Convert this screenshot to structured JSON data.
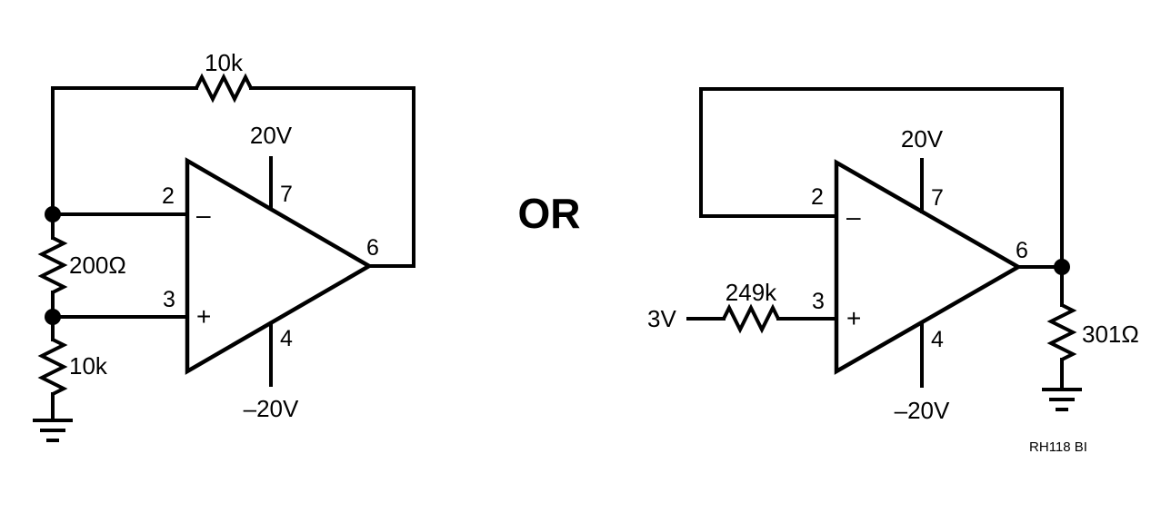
{
  "left_circuit": {
    "feedback_resistor": "10k",
    "gain_resistor": "200Ω",
    "bottom_resistor": "10k",
    "supply_positive": "20V",
    "supply_negative": "–20V",
    "pins": {
      "inverting": "2",
      "noninverting": "3",
      "vplus": "7",
      "vminus": "4",
      "output": "6"
    },
    "minus_sign": "–",
    "plus_sign": "+"
  },
  "separator": "OR",
  "right_circuit": {
    "input_voltage": "3V",
    "input_resistor": "249k",
    "load_resistor": "301Ω",
    "supply_positive": "20V",
    "supply_negative": "–20V",
    "pins": {
      "inverting": "2",
      "noninverting": "3",
      "vplus": "7",
      "vminus": "4",
      "output": "6"
    },
    "minus_sign": "–",
    "plus_sign": "+"
  },
  "figure_code": "RH118 BI"
}
